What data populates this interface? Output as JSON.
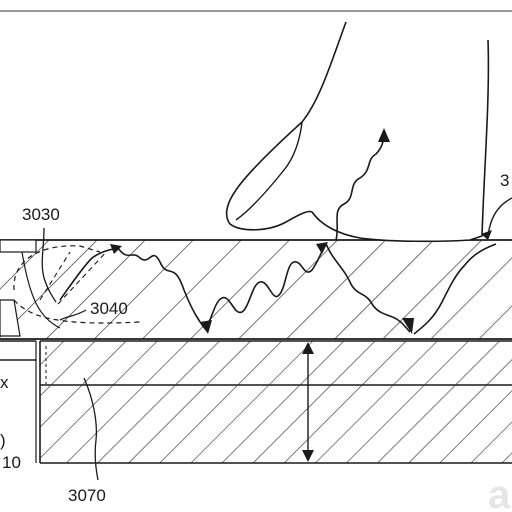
{
  "diagram": {
    "labels": {
      "ref_3030": "3030",
      "ref_3040": "3040",
      "ref_3070": "3070",
      "ref_right_partial": "3",
      "ref_left_partial_x": "x",
      "ref_left_partial_10": "10",
      "ref_left_partial_paren": ")",
      "watermark": "a"
    },
    "colors": {
      "line": "#1a1a1a",
      "hatch": "#3a3a3a",
      "background": "#ffffff"
    }
  }
}
